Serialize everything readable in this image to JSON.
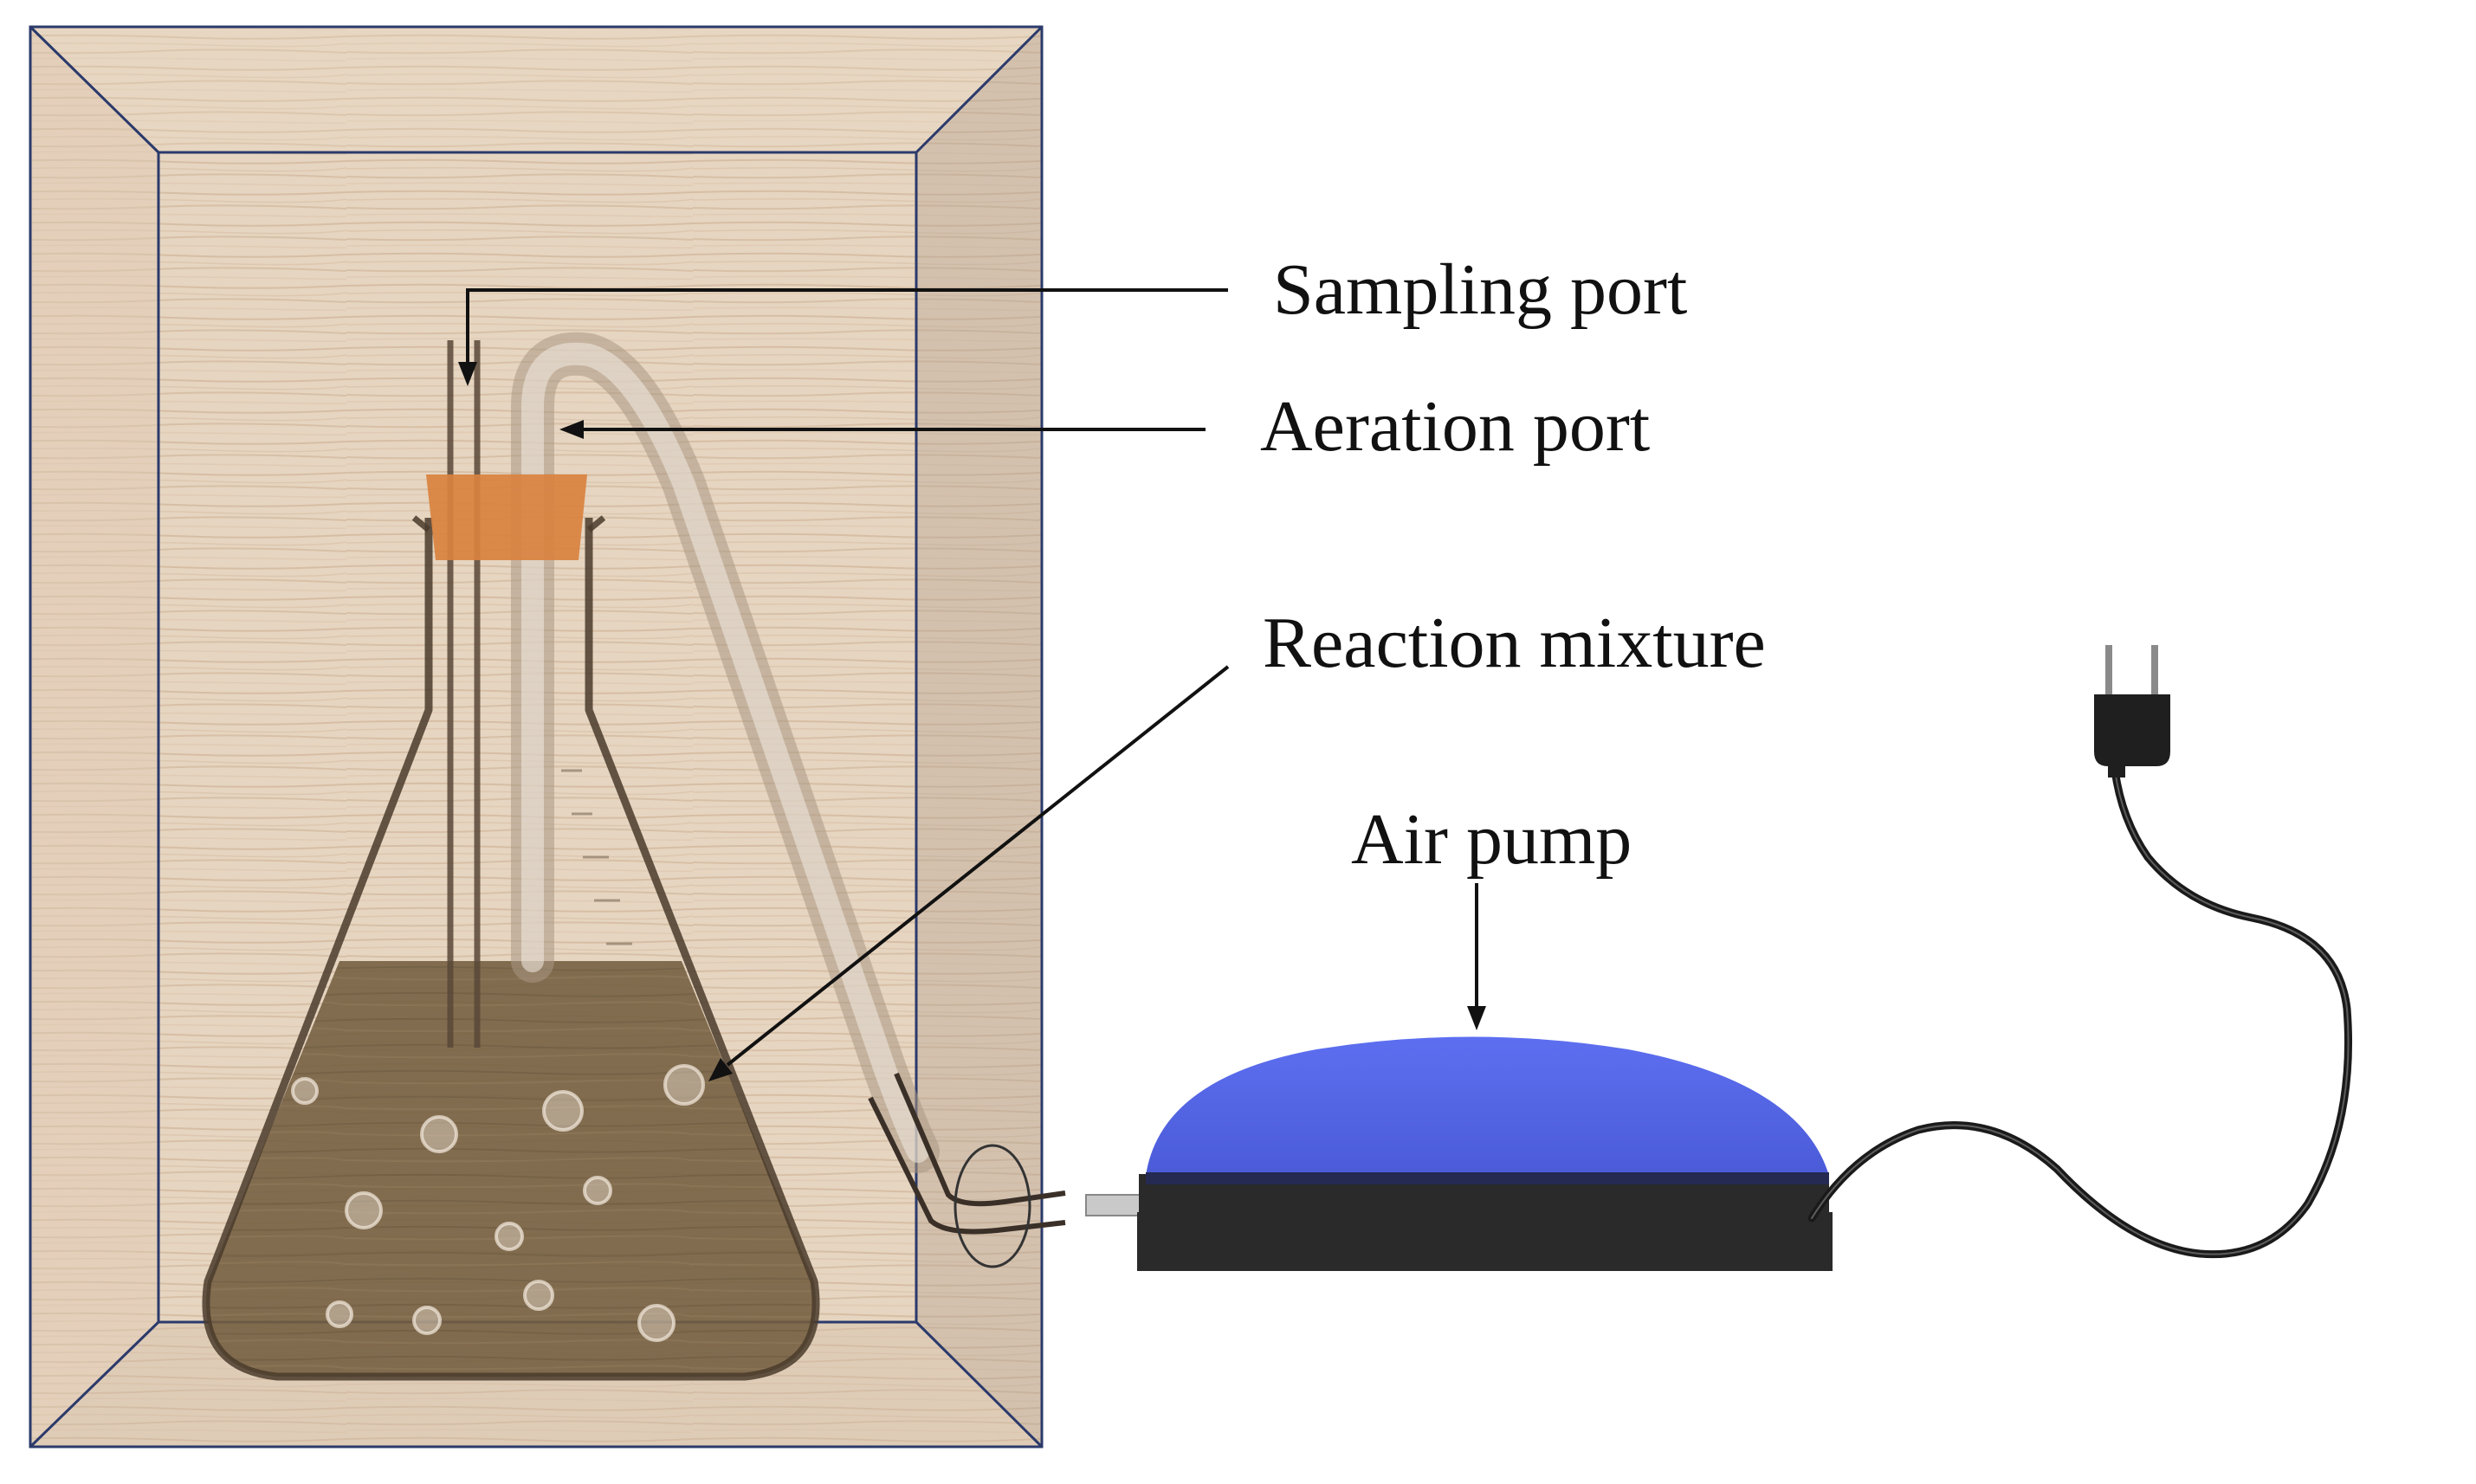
{
  "labels": {
    "sampling_port": "Sampling port",
    "aeration_port": "Aeration port",
    "reaction_mixture": "Reaction mixture",
    "air_pump": "Air pump"
  },
  "colors": {
    "wood": "#e8d8c6",
    "wood_grain": "#c8ae94",
    "box_edge": "#2b3a6b",
    "liquid": "#6f5a3c",
    "stopper": "#d9823f",
    "pump_dome": "#5d6fe8",
    "pump_base": "#2a2a2a",
    "cable": "#1a1a1a"
  },
  "icons": {
    "plug": "power-plug-icon",
    "pump": "air-pump-icon",
    "flask": "erlenmeyer-flask-icon"
  }
}
